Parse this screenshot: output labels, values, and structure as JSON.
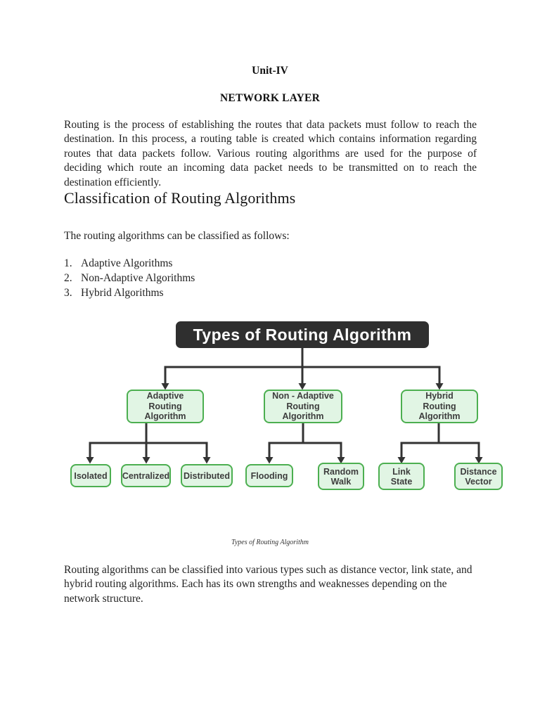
{
  "document": {
    "unit_title": "Unit-IV",
    "chapter_title": "NETWORK LAYER",
    "intro_paragraph": "Routing is the process of establishing the routes that data packets must follow to reach the destination. In this process, a routing table is created which contains information regarding routes that data packets follow. Various routing algorithms are used for the purpose of deciding which route an incoming data packet needs to be transmitted on to reach the destination efficiently.",
    "section_heading": "Classification of Routing Algorithms",
    "list_intro": "The routing algorithms can be classified as follows:",
    "list_items": [
      {
        "number": "1.",
        "label": "Adaptive Algorithms"
      },
      {
        "number": "2.",
        "label": "Non-Adaptive Algorithms"
      },
      {
        "number": "3.",
        "label": "Hybrid Algorithms"
      }
    ],
    "figure_caption": "Types of Routing Algorithm",
    "closing_paragraph": "Routing algorithms can be classified into various types such as distance vector, link state, and hybrid routing algorithms. Each has its own strengths and weaknesses depending on the network structure."
  },
  "diagram": {
    "root_label": "Types of Routing Algorithm",
    "level2_labels": [
      "Adaptive\nRouting\nAlgorithm",
      "Non - Adaptive\nRouting\nAlgorithm",
      "Hybrid\nRouting\nAlgorithm"
    ],
    "level3_labels": [
      "Isolated",
      "Centralized",
      "Distributed",
      "Flooding",
      "Random\nWalk",
      "Link\nState",
      "Distance\nVector"
    ],
    "colors": {
      "root_background": "#2f2f2f",
      "root_text": "#ffffff",
      "node_fill": "#e1f5e4",
      "node_border": "#4caf50",
      "node_text": "#3d3d3d",
      "connector": "#333333"
    }
  }
}
